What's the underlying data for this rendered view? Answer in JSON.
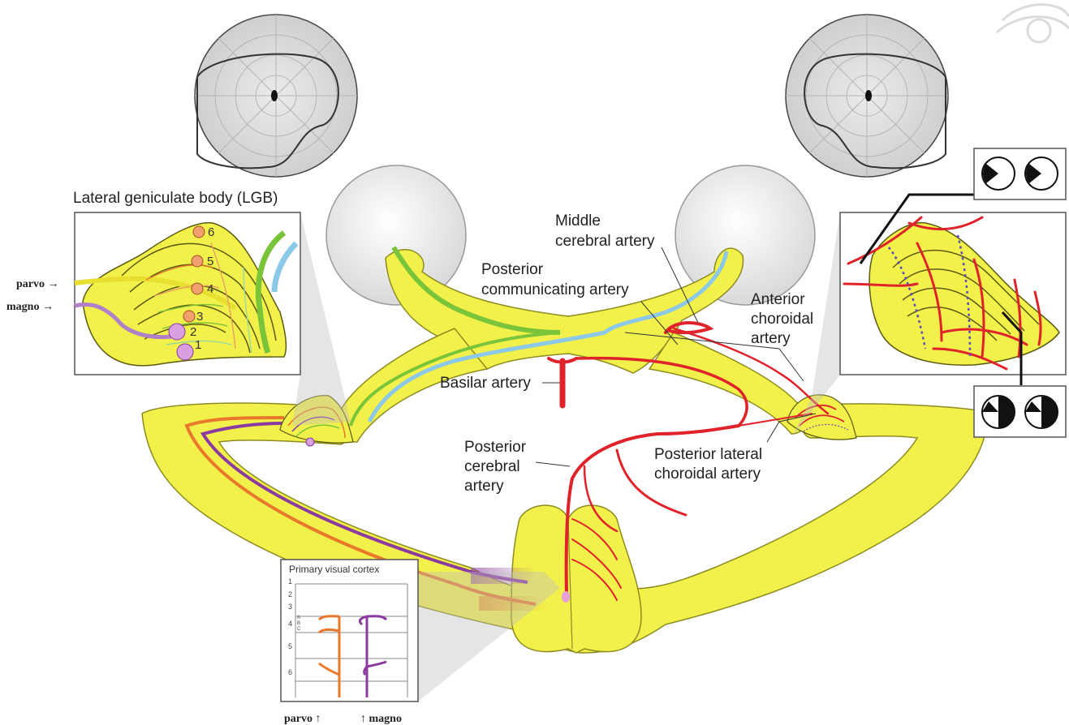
{
  "labels": {
    "lgb": "Lateral geniculate body (LGB)",
    "middle_cerebral": [
      "Middle",
      "cerebral artery"
    ],
    "posterior_communicating": [
      "Posterior",
      "communicating artery"
    ],
    "anterior_choroidal": [
      "Anterior",
      "choroidal",
      "artery"
    ],
    "basilar": "Basilar artery",
    "posterior_cerebral": [
      "Posterior",
      "cerebral",
      "artery"
    ],
    "posterior_lateral_choroidal": [
      "Posterior lateral",
      "choroidal artery"
    ],
    "primary_visual_cortex": "Primary visual cortex",
    "parvo_left": "parvo →",
    "magno_left": "magno →",
    "parvo_bottom": "parvo ↑",
    "magno_bottom": "↑ magno"
  },
  "lgb_layers": [
    "6",
    "5",
    "4",
    "3",
    "2",
    "1"
  ],
  "cortex_layers": [
    "1",
    "2",
    "3",
    "4",
    "5",
    "6"
  ],
  "cortex_sublayers": [
    "A",
    "B",
    "C"
  ],
  "colors": {
    "tract_yellow": "#f2f04a",
    "tract_edge": "#8c8c20",
    "artery_red": "#e0222a",
    "parvo_orange": "#e8782a",
    "magno_purple": "#8a3aa0",
    "fiber_green": "#7ac43a",
    "fiber_blue": "#8cc8e8"
  },
  "icons": [
    "eye-logo-icon",
    "visual-field-left",
    "visual-field-right",
    "eyeball-left",
    "eyeball-right"
  ]
}
